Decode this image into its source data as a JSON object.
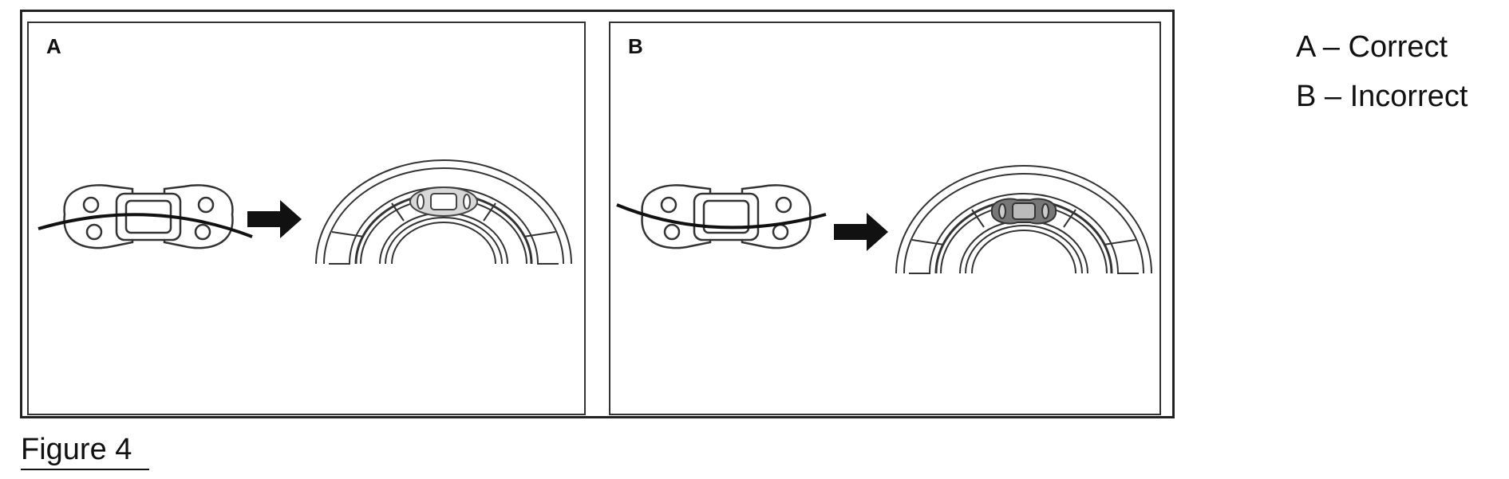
{
  "panels": [
    {
      "letter": "A",
      "state": "correct",
      "clip_fill": "#d8d8d8"
    },
    {
      "letter": "B",
      "state": "incorrect",
      "clip_fill": "#777777"
    }
  ],
  "legend": {
    "a": "A – Correct",
    "b": "B – Incorrect"
  },
  "caption": "Figure 4",
  "icons": [
    "arrow-right-icon",
    "clip-icon",
    "wheel-segment-icon",
    "wire-icon"
  ]
}
